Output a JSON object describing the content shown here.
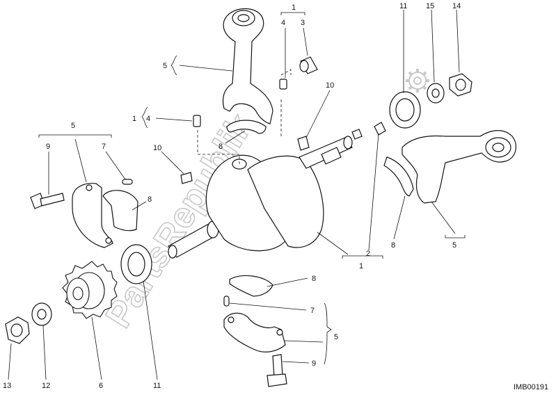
{
  "labels": {
    "l1_top": "1",
    "l4_top": "4",
    "l3_top": "3",
    "l5_top": "5",
    "l1_left": "1",
    "l4_left": "4",
    "l8_top": "8",
    "l10_mid": "10",
    "l10_left": "10",
    "l5_left": "5",
    "l9_left": "9",
    "l7_left": "7",
    "l8_left": "8",
    "l11_right": "11",
    "l15": "15",
    "l14": "14",
    "l2": "2",
    "l1_bottom": "1",
    "l8_right": "8",
    "l5_right": "5",
    "l8_bottom": "8",
    "l7_bottom": "7",
    "l5_bottom": "5",
    "l9_bottom": "9",
    "l13": "13",
    "l12": "12",
    "l6": "6",
    "l11_bottom": "11"
  },
  "watermark": "PartsRepublik",
  "diagram_code": "IMB00191",
  "icons": {
    "watermark_gear": "gear-icon"
  }
}
